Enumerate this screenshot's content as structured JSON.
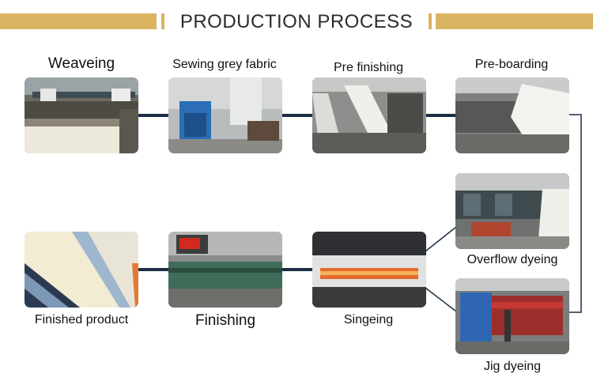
{
  "header": {
    "title": "PRODUCTION PROCESS"
  },
  "steps": {
    "weaveing": "Weaveing",
    "sewing": "Sewing grey fabric",
    "pre_finishing": "Pre finishing",
    "pre_boarding": "Pre-boarding",
    "overflow_dyeing": "Overflow dyeing",
    "jig_dyeing": "Jig dyeing",
    "singeing": "Singeing",
    "finishing": "Finishing",
    "finished_product": "Finished product"
  },
  "colors": {
    "accent": "#d9b35f",
    "connector": "#1c2f45"
  }
}
